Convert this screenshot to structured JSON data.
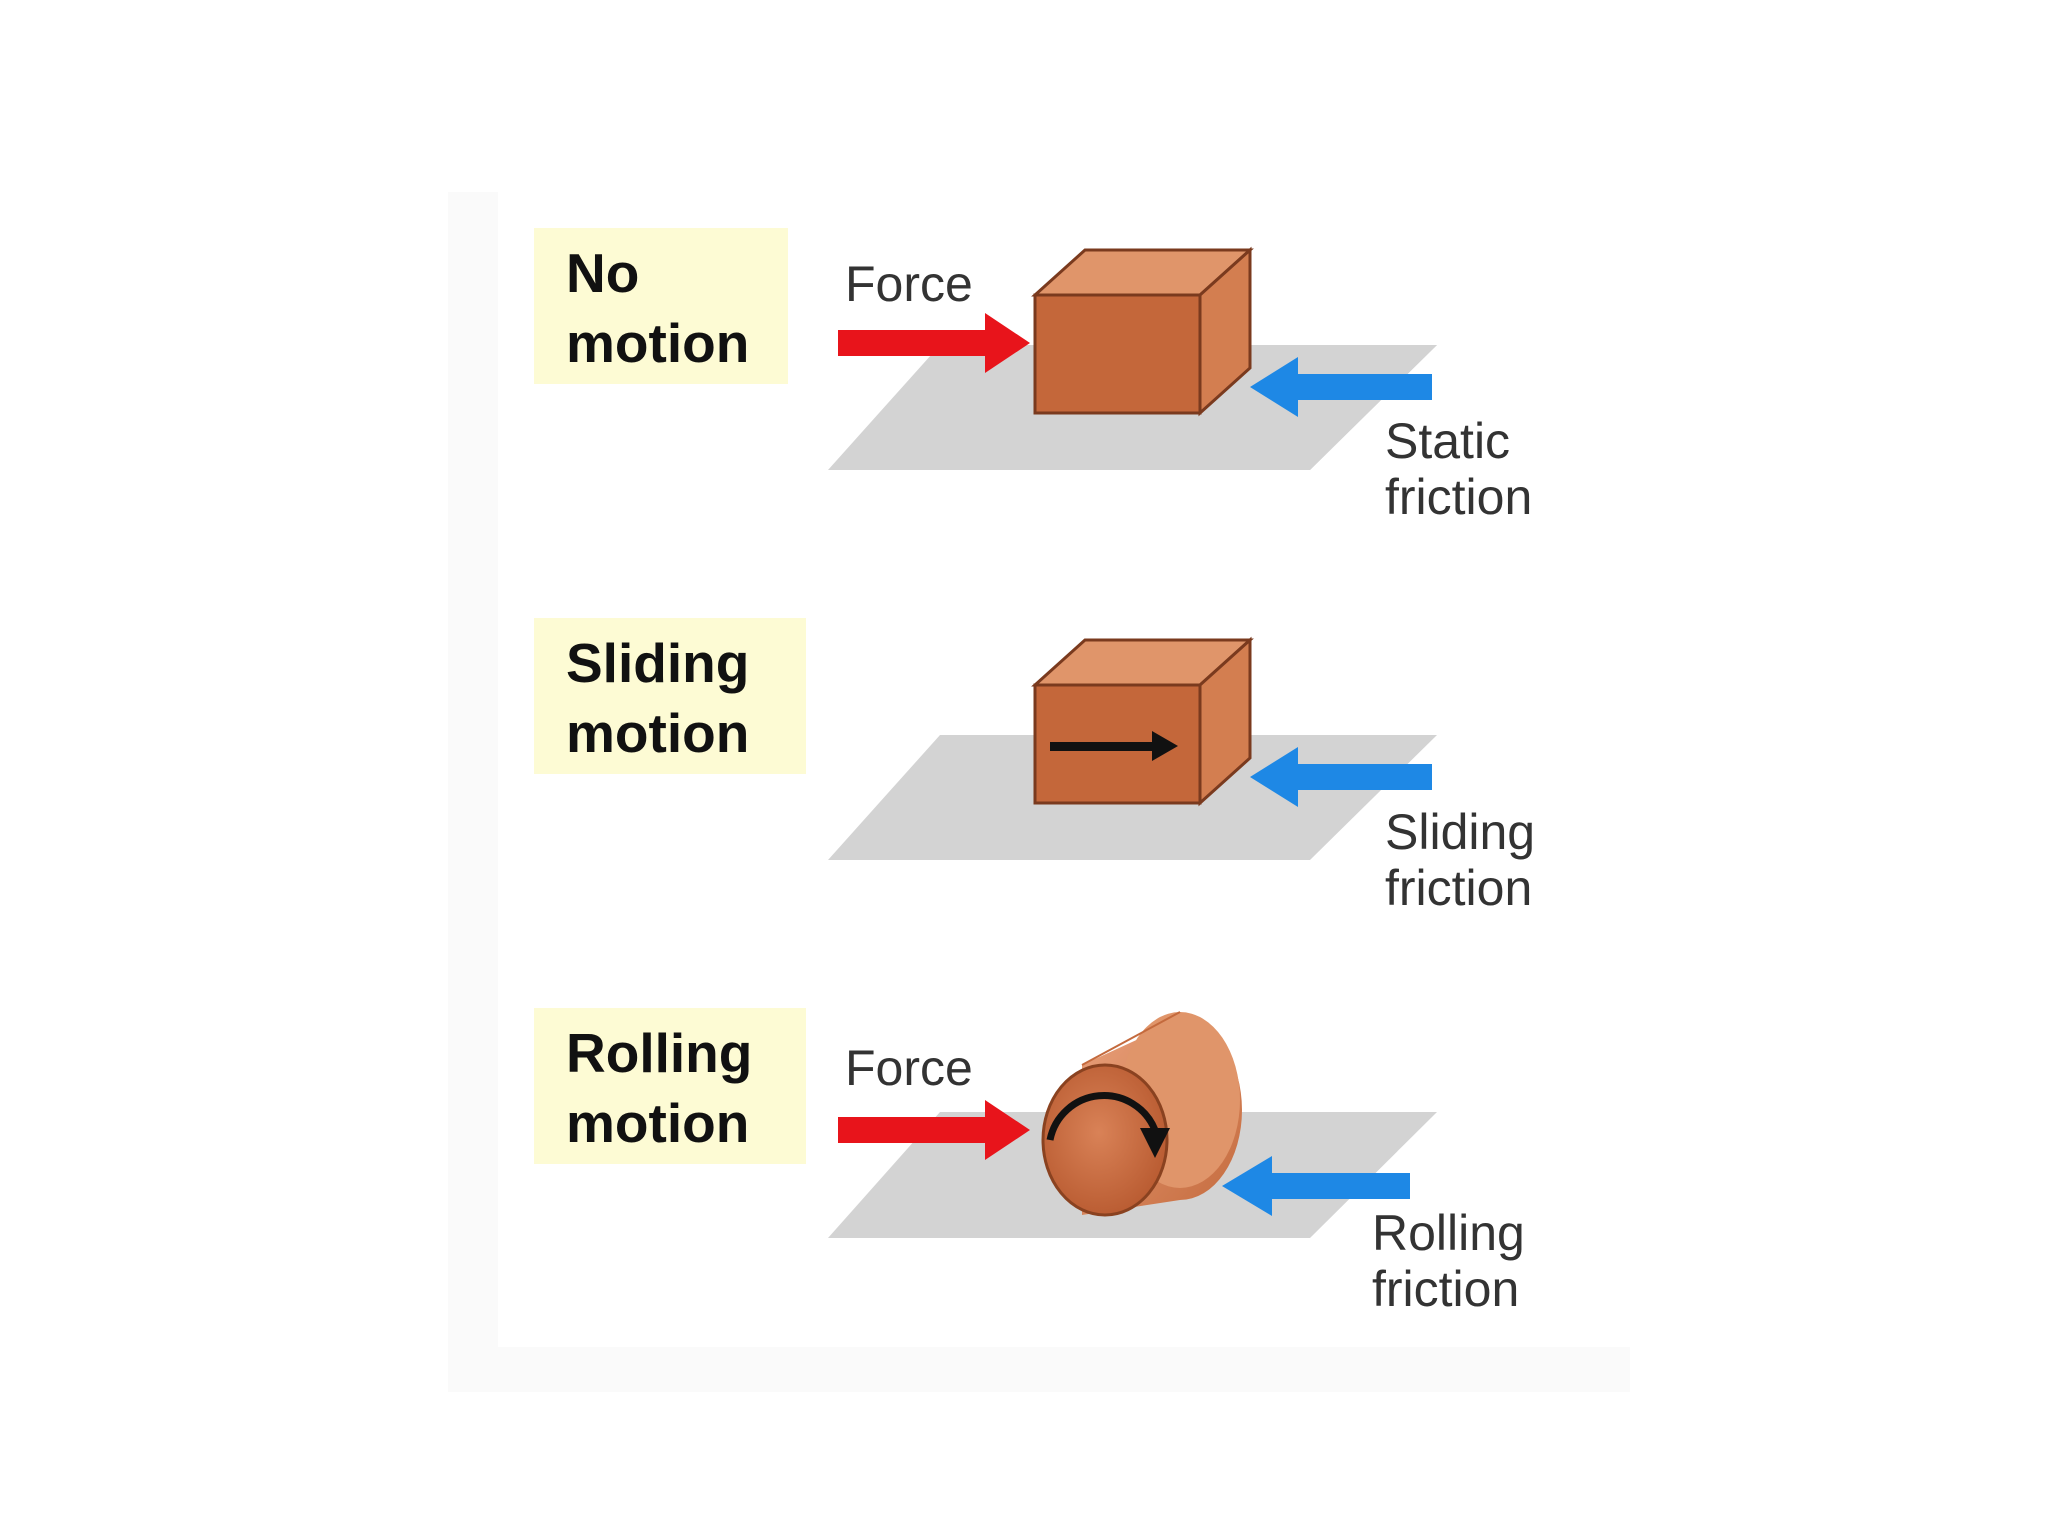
{
  "rows": [
    {
      "motion_label": [
        "No",
        "motion"
      ],
      "force_label": "Force",
      "friction_label": [
        "Static",
        "friction"
      ]
    },
    {
      "motion_label": [
        "Sliding",
        "motion"
      ],
      "force_label": "",
      "friction_label": [
        "Sliding",
        "friction"
      ]
    },
    {
      "motion_label": [
        "Rolling",
        "motion"
      ],
      "force_label": "Force",
      "friction_label": [
        "Rolling",
        "friction"
      ]
    }
  ],
  "colors": {
    "label_background": "#fdfbd4",
    "force_arrow": "#e8141b",
    "friction_arrow": "#1e88e5",
    "box_front": "#c4673a",
    "box_top": "#e0956a",
    "box_side": "#d37e50",
    "floor": "#d3d3d3"
  },
  "icons": [
    "force-arrow-icon",
    "friction-arrow-icon",
    "motion-arrow-icon",
    "rotation-arrow-icon"
  ]
}
